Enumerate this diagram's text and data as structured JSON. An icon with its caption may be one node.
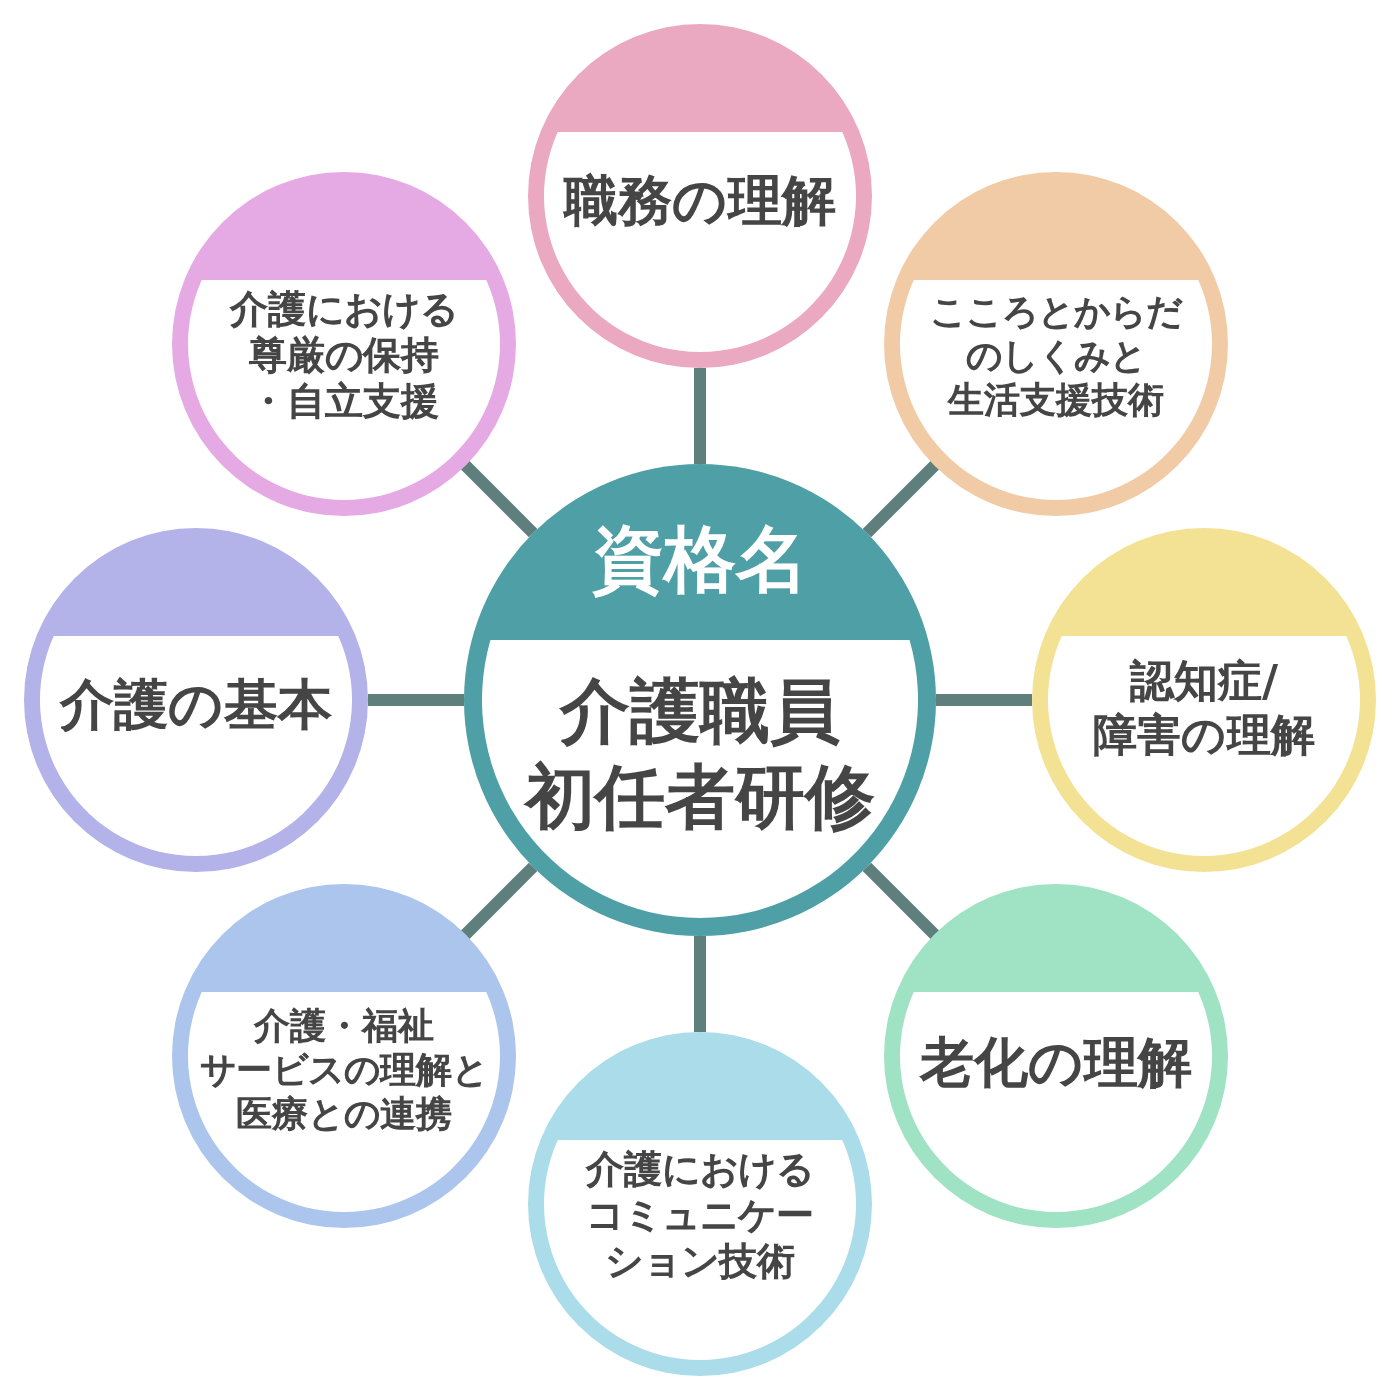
{
  "diagram": {
    "nodes": [
      {
        "text": [
          "資格名",
          "介護職員初任者研修"
        ]
      },
      {
        "text": [
          "職務の理解"
        ]
      },
      {
        "text": [
          "こころとからだのしくみと生活支援技術"
        ]
      },
      {
        "text": [
          "認知症/障害の理解"
        ]
      },
      {
        "text": [
          "老化の理解"
        ]
      },
      {
        "text": [
          "介護におけるコミュニケーション技術"
        ]
      },
      {
        "text": [
          "介護・福祉サービスの理解と医療との連携"
        ]
      },
      {
        "text": [
          "介護の基本"
        ]
      },
      {
        "text": [
          "介護における尊厳の保持・自立支援"
        ]
      }
    ],
    "edges": [
      {
        "from": 0,
        "to": 1,
        "arrow": "none"
      },
      {
        "from": 0,
        "to": 2,
        "arrow": "none"
      },
      {
        "from": 0,
        "to": 3,
        "arrow": "none"
      },
      {
        "from": 0,
        "to": 4,
        "arrow": "none"
      },
      {
        "from": 0,
        "to": 5,
        "arrow": "none"
      },
      {
        "from": 0,
        "to": 6,
        "arrow": "none"
      },
      {
        "from": 0,
        "to": 7,
        "arrow": "none"
      },
      {
        "from": 0,
        "to": 8,
        "arrow": "none"
      }
    ]
  }
}
